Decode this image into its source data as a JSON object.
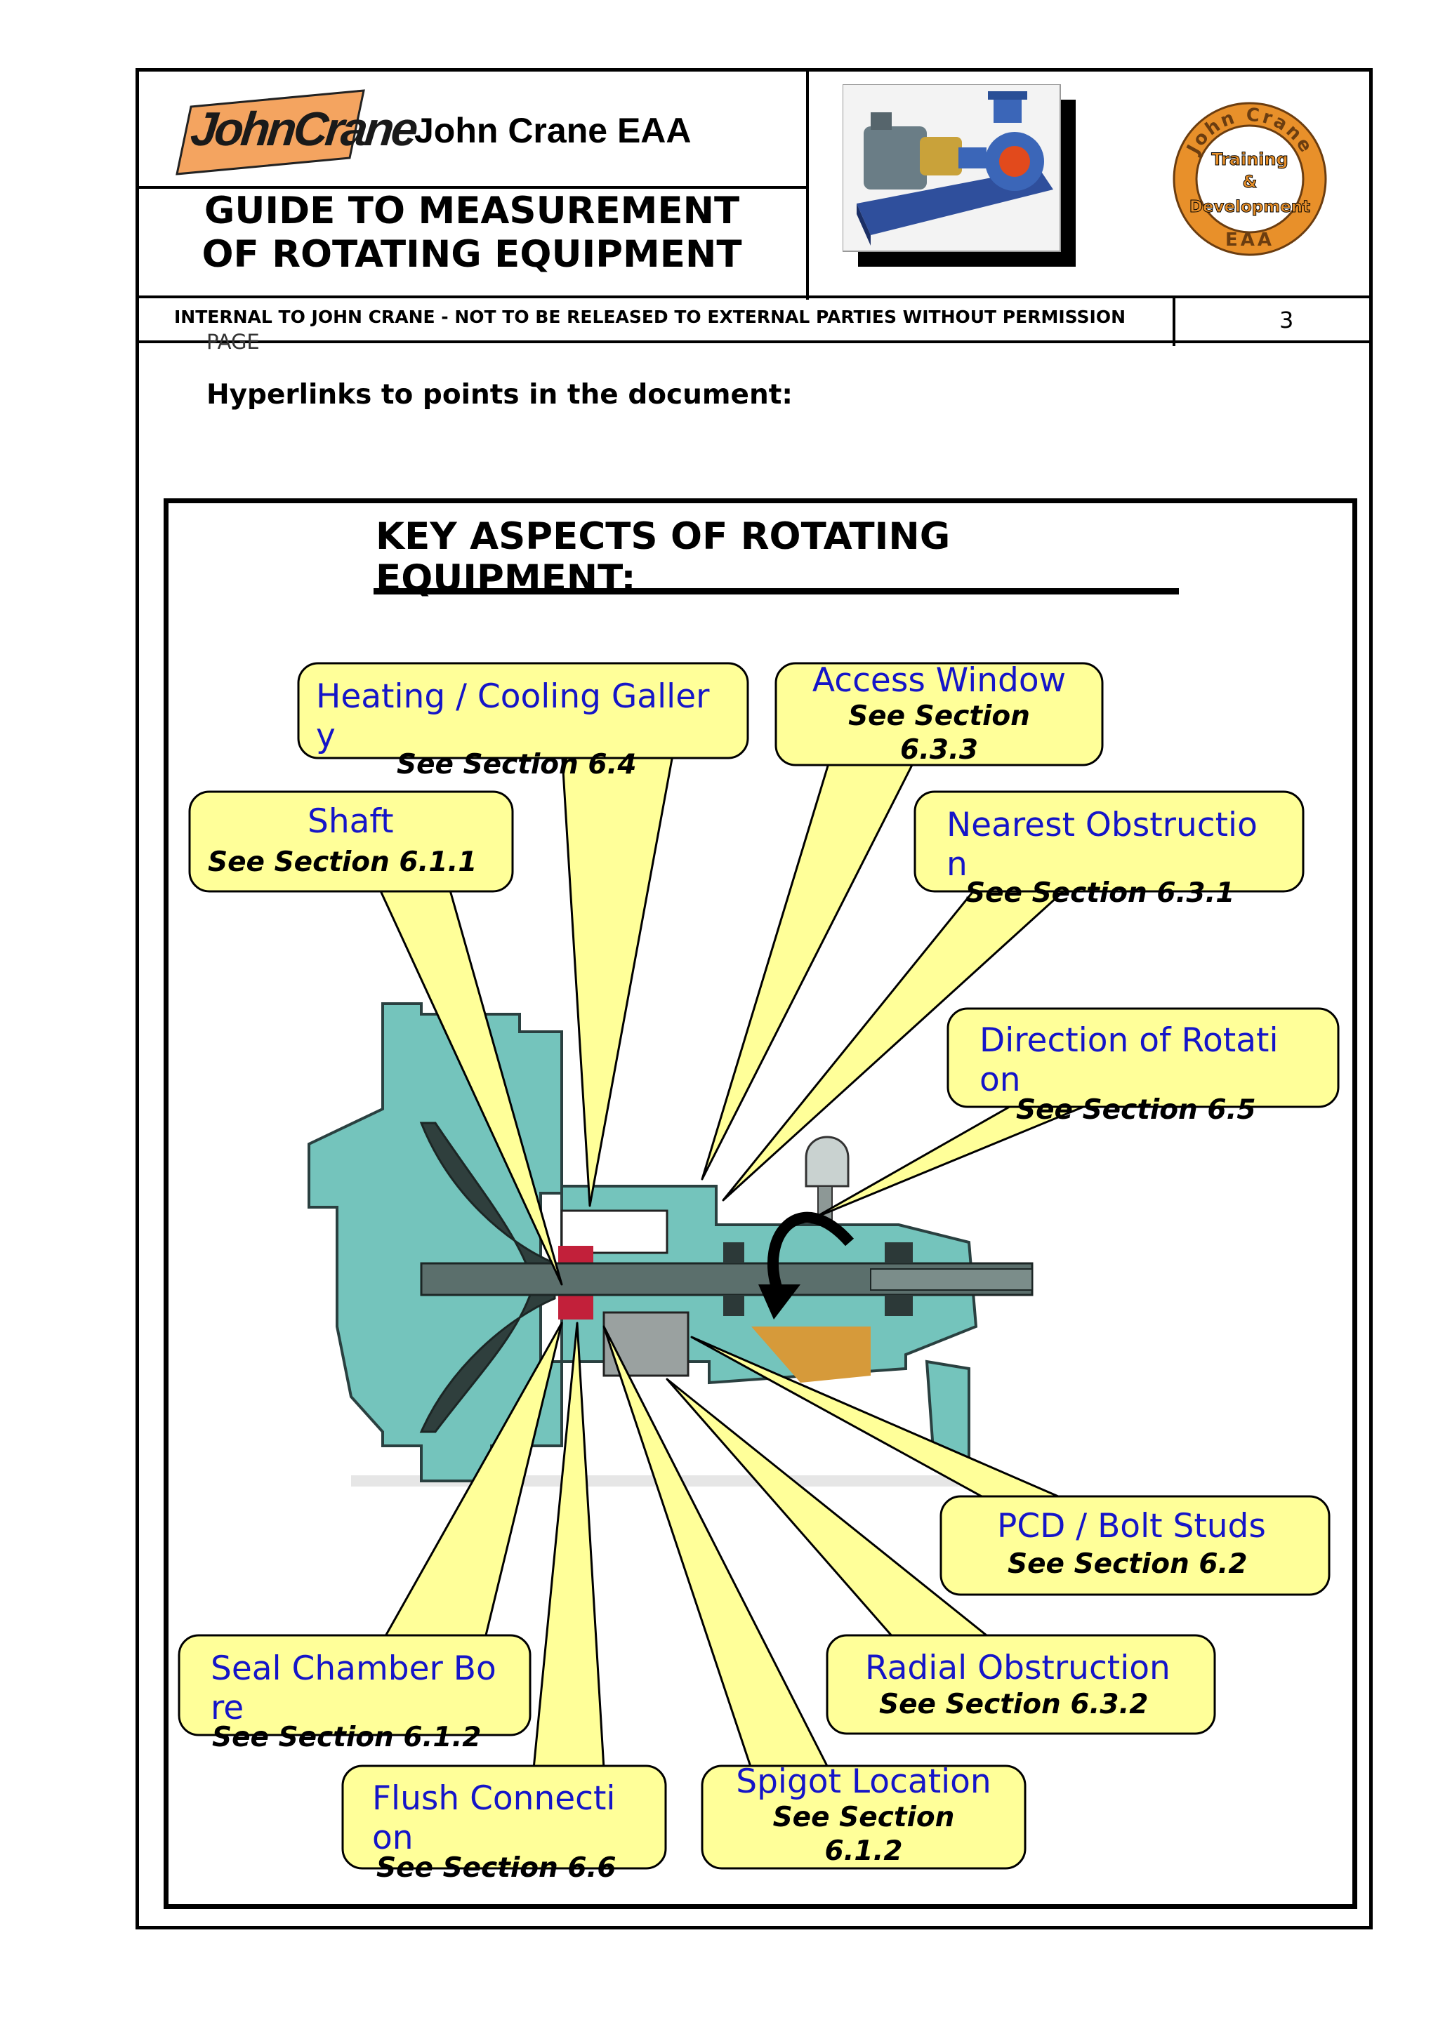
{
  "header": {
    "logo_text": "JohnCrane",
    "company_title": "John Crane EAA",
    "guide_line1": "GUIDE TO MEASUREMENT",
    "guide_line2": "OF ROTATING EQUIPMENT",
    "badge_top": "John Crane",
    "badge_line1": "Training",
    "badge_line2": "&",
    "badge_line3": "Development",
    "badge_bottom": "EAA",
    "internal_notice": "INTERNAL TO JOHN CRANE - NOT TO BE RELEASED TO EXTERNAL PARTIES WITHOUT PERMISSION",
    "page_label": "PAGE",
    "page_number": "3"
  },
  "intro": "Hyperlinks to points in the document:",
  "box_title_line1": "KEY ASPECTS OF ROTATING",
  "box_title_line2": "EQUIPMENT:",
  "callouts": {
    "heating": {
      "label_line1": "Heating / Cooling Galler",
      "label_line2": "y",
      "see": "See Section 6.4"
    },
    "access": {
      "label": "Access Window",
      "see_line1": "See Section",
      "see_line2": "6.3.3"
    },
    "shaft": {
      "label": "Shaft",
      "see": "See Section 6.1.1"
    },
    "nearest": {
      "label_line1": "Nearest Obstructio",
      "label_line2": "n",
      "see": "See Section 6.3.1"
    },
    "direction": {
      "label_line1": "Direction of Rotati",
      "label_line2": "on",
      "see": "See Section 6.5"
    },
    "pcd": {
      "label": "PCD / Bolt Studs",
      "see": "See Section 6.2"
    },
    "seal": {
      "label_line1": "Seal Chamber Bo",
      "label_line2": "re",
      "see": "See Section 6.1.2"
    },
    "radial": {
      "label": "Radial Obstruction",
      "see": "See Section 6.3.2"
    },
    "flush": {
      "label_line1": "Flush Connecti",
      "label_line2": "on",
      "see": "See Section 6.6"
    },
    "spigot": {
      "label": "Spigot Location",
      "see_line1": "See Section",
      "see_line2": "6.1.2"
    }
  },
  "colors": {
    "callout_fill": "#ffff99",
    "link_blue": "#1515c8",
    "pump_teal": "#74c4bc",
    "logo_orange": "#f4a460",
    "badge_ring": "#e8902a"
  }
}
